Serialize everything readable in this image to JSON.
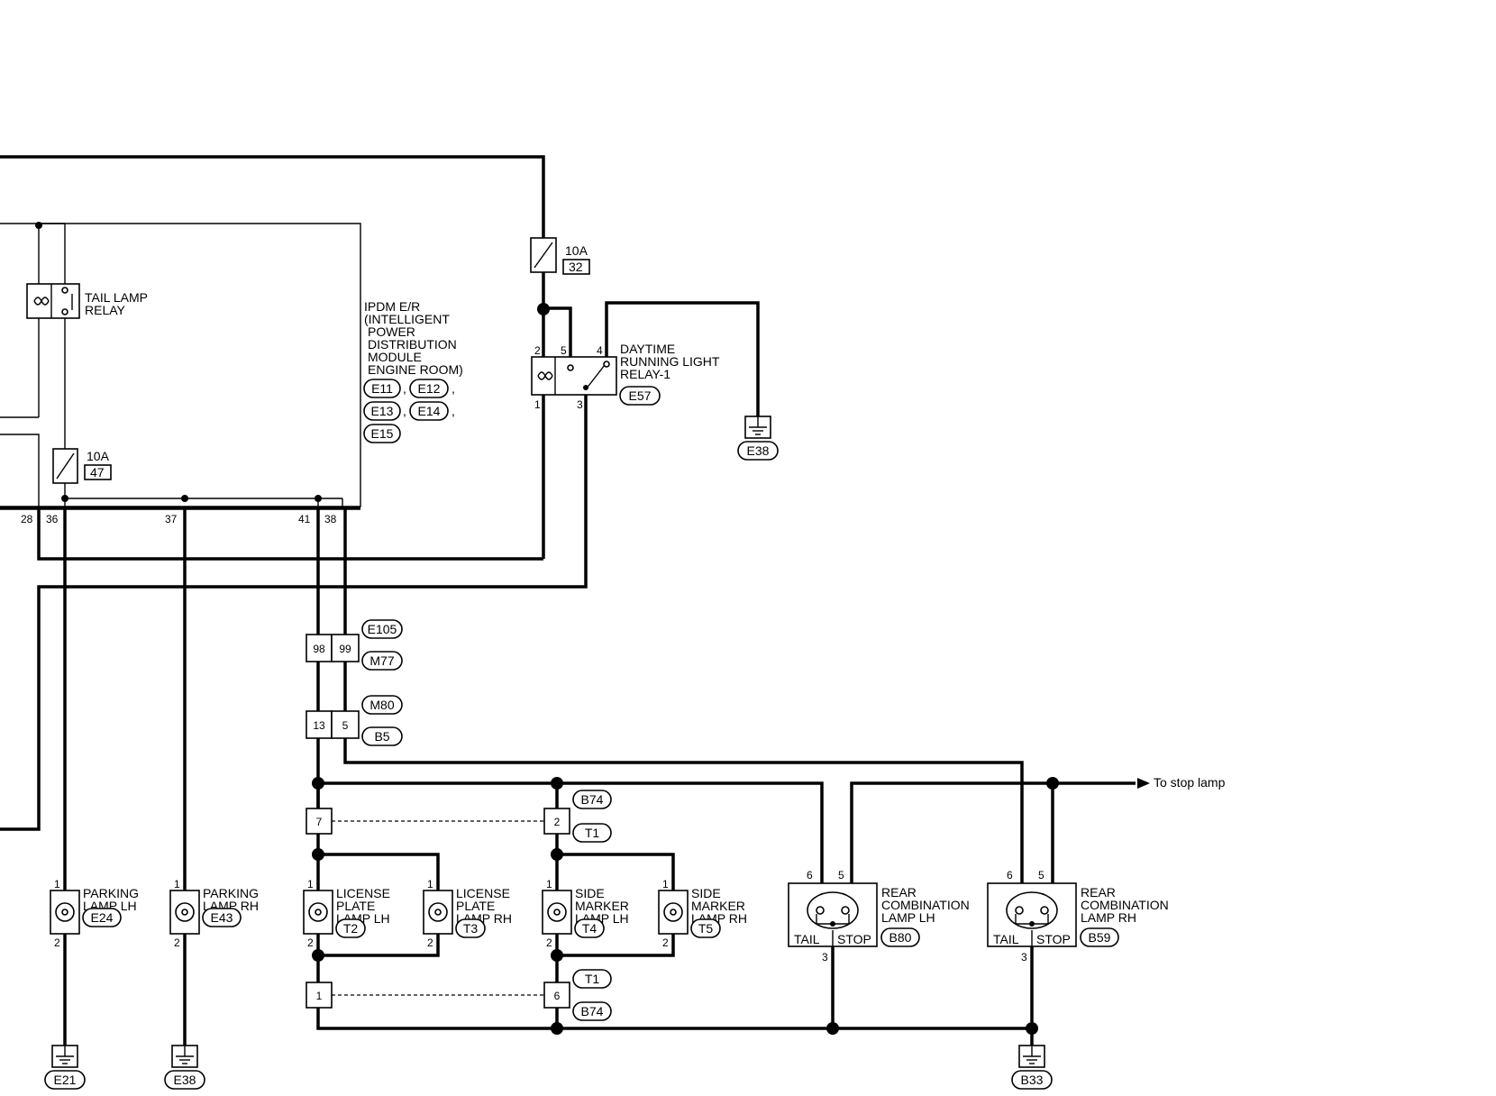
{
  "module": {
    "lines": [
      "IPDM E/R",
      "(INTELLIGENT",
      "POWER",
      "DISTRIBUTION",
      "MODULE",
      "ENGINE ROOM)"
    ],
    "connectors": [
      "E11",
      "E12",
      "E13",
      "E14",
      "E15"
    ],
    "pins": {
      "p28": "28",
      "p36": "36",
      "p37": "37",
      "p41": "41",
      "p38": "38"
    }
  },
  "tail_relay": {
    "line1": "TAIL LAMP",
    "line2": "RELAY"
  },
  "fuse_47": {
    "amp": "10A",
    "num": "47"
  },
  "fuse_32": {
    "amp": "10A",
    "num": "32"
  },
  "drl_relay": {
    "lines": [
      "DAYTIME",
      "RUNNING LIGHT",
      "RELAY-1"
    ],
    "connector": "E57",
    "pins": {
      "p1": "1",
      "p2": "2",
      "p3": "3",
      "p4": "4",
      "p5": "5"
    }
  },
  "ground_e38_top": "E38",
  "joint_upper": {
    "left": "98",
    "right": "99",
    "c1": "E105",
    "c2": "M77"
  },
  "joint_lower": {
    "left": "13",
    "right": "5",
    "c1": "M80",
    "c2": "B5"
  },
  "t1_upper": {
    "left": "7",
    "right": "2",
    "c1": "B74",
    "c2": "T1"
  },
  "t1_lower": {
    "left": "1",
    "right": "6",
    "c1": "T1",
    "c2": "B74"
  },
  "to_stop_lamp": "To stop lamp",
  "lamps": [
    {
      "lines": [
        "PARKING",
        "LAMP LH"
      ],
      "connector": "E24",
      "top": "1",
      "bottom": "2"
    },
    {
      "lines": [
        "PARKING",
        "LAMP RH"
      ],
      "connector": "E43",
      "top": "1",
      "bottom": "2"
    },
    {
      "lines": [
        "LICENSE",
        "PLATE",
        "LAMP LH"
      ],
      "connector": "T2",
      "top": "1",
      "bottom": "2"
    },
    {
      "lines": [
        "LICENSE",
        "PLATE",
        "LAMP RH"
      ],
      "connector": "T3",
      "top": "1",
      "bottom": "2"
    },
    {
      "lines": [
        "SIDE",
        "MARKER",
        "LAMP LH"
      ],
      "connector": "T4",
      "top": "1",
      "bottom": "2"
    },
    {
      "lines": [
        "SIDE",
        "MARKER",
        "LAMP RH"
      ],
      "connector": "T5",
      "top": "1",
      "bottom": "2"
    }
  ],
  "rear_lamps": [
    {
      "lines": [
        "REAR",
        "COMBINATION",
        "LAMP LH"
      ],
      "connector": "B80",
      "tail": "TAIL",
      "stop": "STOP",
      "p6": "6",
      "p5": "5",
      "p3": "3"
    },
    {
      "lines": [
        "REAR",
        "COMBINATION",
        "LAMP RH"
      ],
      "connector": "B59",
      "tail": "TAIL",
      "stop": "STOP",
      "p6": "6",
      "p5": "5",
      "p3": "3"
    }
  ],
  "grounds_bottom": [
    "E21",
    "E38",
    "B33"
  ]
}
